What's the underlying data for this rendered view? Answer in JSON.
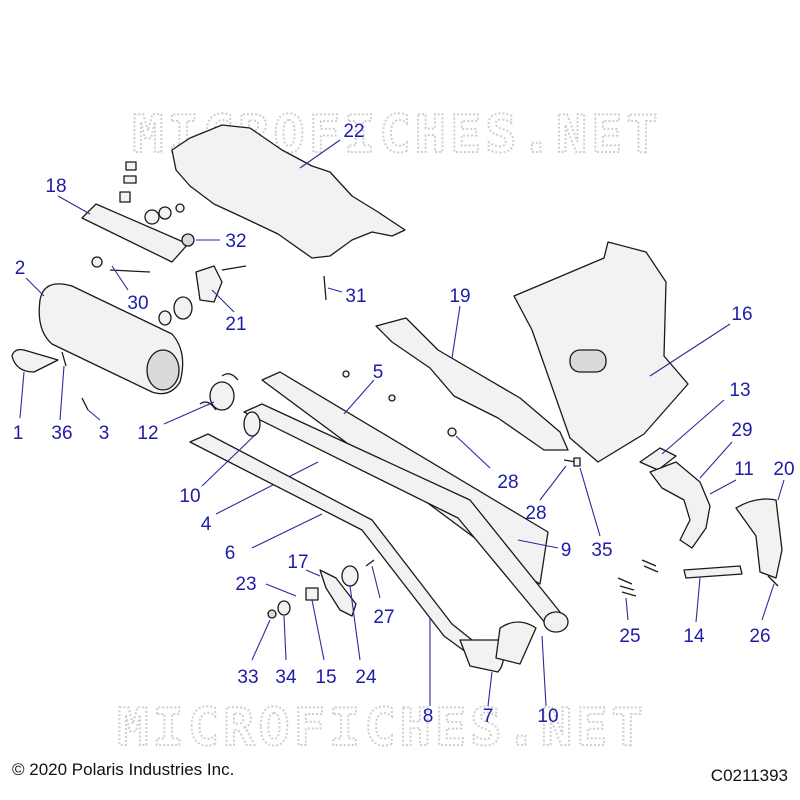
{
  "watermark": "MICROFICHES.NET",
  "copyright": "© 2020 Polaris Industries Inc.",
  "diagram_code": "C0211393",
  "callouts": [
    {
      "id": "1",
      "label": "1"
    },
    {
      "id": "2",
      "label": "2"
    },
    {
      "id": "3",
      "label": "3"
    },
    {
      "id": "4",
      "label": "4"
    },
    {
      "id": "5",
      "label": "5"
    },
    {
      "id": "6",
      "label": "6"
    },
    {
      "id": "7",
      "label": "7"
    },
    {
      "id": "8",
      "label": "8"
    },
    {
      "id": "9",
      "label": "9"
    },
    {
      "id": "10a",
      "label": "10"
    },
    {
      "id": "10b",
      "label": "10"
    },
    {
      "id": "11",
      "label": "11"
    },
    {
      "id": "12",
      "label": "12"
    },
    {
      "id": "13",
      "label": "13"
    },
    {
      "id": "14",
      "label": "14"
    },
    {
      "id": "15",
      "label": "15"
    },
    {
      "id": "16",
      "label": "16"
    },
    {
      "id": "17",
      "label": "17"
    },
    {
      "id": "18",
      "label": "18"
    },
    {
      "id": "19",
      "label": "19"
    },
    {
      "id": "20",
      "label": "20"
    },
    {
      "id": "21",
      "label": "21"
    },
    {
      "id": "22",
      "label": "22"
    },
    {
      "id": "23",
      "label": "23"
    },
    {
      "id": "24",
      "label": "24"
    },
    {
      "id": "25",
      "label": "25"
    },
    {
      "id": "26",
      "label": "26"
    },
    {
      "id": "27",
      "label": "27"
    },
    {
      "id": "28a",
      "label": "28"
    },
    {
      "id": "28b",
      "label": "28"
    },
    {
      "id": "29",
      "label": "29"
    },
    {
      "id": "30",
      "label": "30"
    },
    {
      "id": "31",
      "label": "31"
    },
    {
      "id": "32",
      "label": "32"
    },
    {
      "id": "33",
      "label": "33"
    },
    {
      "id": "34",
      "label": "34"
    },
    {
      "id": "35",
      "label": "35"
    },
    {
      "id": "36",
      "label": "36"
    }
  ]
}
